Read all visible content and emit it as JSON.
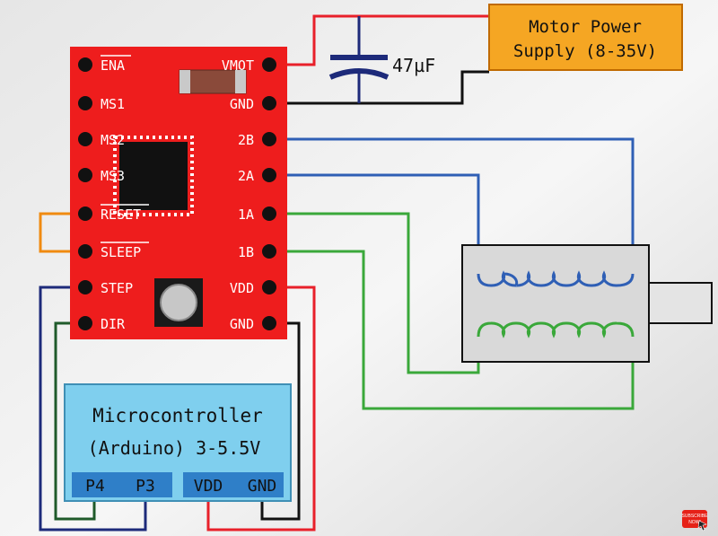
{
  "colors": {
    "board": "#ee1d1d",
    "wire_red": "#e8202a",
    "wire_black": "#111111",
    "wire_blue": "#2f5fb5",
    "wire_green": "#3aa83a",
    "wire_orange": "#f08a10",
    "wire_navy": "#1d2a7a",
    "wire_darkgreen": "#1f5a2a",
    "power_box": "#f5a623",
    "mcu_box": "#7fcfee",
    "mcu_pins": "#2f7fc8",
    "capacitor": "#1d2a7a"
  },
  "driver": {
    "left_pins": [
      "ENA",
      "MS1",
      "MS2",
      "MS3",
      "RESET",
      "SLEEP",
      "STEP",
      "DIR"
    ],
    "right_pins": [
      "VMOT",
      "GND",
      "2B",
      "2A",
      "1A",
      "1B",
      "VDD",
      "GND"
    ]
  },
  "capacitor": {
    "label": "47µF"
  },
  "power_supply": {
    "line1": "Motor Power",
    "line2": "Supply (8-35V)"
  },
  "microcontroller": {
    "title": "Microcontroller",
    "subtitle": "(Arduino) 3-5.5V",
    "pins": [
      "P4",
      "P3",
      "VDD",
      "GND"
    ]
  },
  "badge": {
    "line1": "SUBSCRIBE",
    "line2": "NOW!"
  }
}
